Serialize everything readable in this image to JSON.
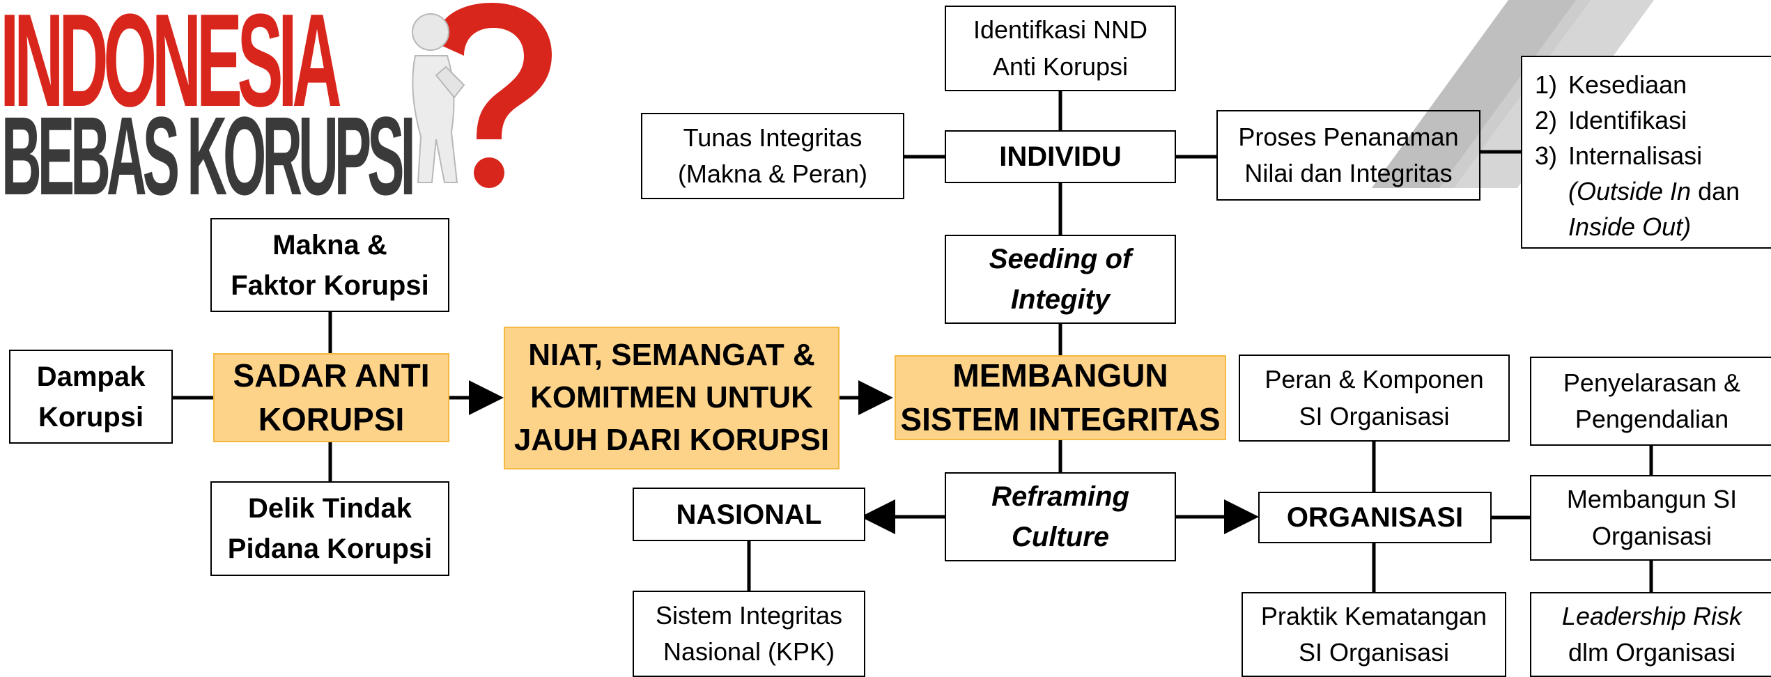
{
  "logo": {
    "line1": "INDONESIA",
    "line2": "BEBAS KORUPSI",
    "colors": {
      "line1": "#d9261c",
      "line2": "#3a3a3a",
      "question_mark": "#d9261c"
    },
    "icon": "question-mark-figure-icon"
  },
  "colors": {
    "highlight_fill": "#fdd38a",
    "highlight_border": "#f4b942",
    "stripe": "#c0c0c0"
  },
  "boxes": {
    "makna": [
      "Makna &",
      "Faktor Korupsi"
    ],
    "dampak": [
      "Dampak",
      "Korupsi"
    ],
    "sadar": [
      "SADAR ANTI",
      "KORUPSI"
    ],
    "delik": [
      "Delik Tindak",
      "Pidana Korupsi"
    ],
    "niat": [
      "NIAT, SEMANGAT &",
      "KOMITMEN UNTUK",
      "JAUH DARI KORUPSI"
    ],
    "membangun": [
      "MEMBANGUN",
      "SISTEM INTEGRITAS"
    ],
    "identifikasi_nnd": [
      "Identifkasi NND",
      "Anti Korupsi"
    ],
    "tunas": [
      "Tunas Integritas",
      "(Makna & Peran)"
    ],
    "individu": [
      "INDIVIDU"
    ],
    "proses": [
      "Proses Penanaman",
      "Nilai dan Integritas"
    ],
    "seeding": [
      "Seeding of",
      "Integity"
    ],
    "reframing": [
      "Reframing",
      "Culture"
    ],
    "nasional": [
      "NASIONAL"
    ],
    "sistem_nasional": [
      "Sistem Integritas",
      "Nasional (KPK)"
    ],
    "peran": [
      "Peran & Komponen",
      "SI Organisasi"
    ],
    "organisasi": [
      "ORGANISASI"
    ],
    "praktik": [
      "Praktik Kematangan",
      "SI Organisasi"
    ],
    "penyelarasan": [
      "Penyelarasan &",
      "Pengendalian"
    ],
    "membangun_si": [
      "Membangun SI",
      "Organisasi"
    ],
    "leadership": [
      "Leadership Risk",
      "dlm Organisasi"
    ]
  },
  "steps": {
    "item1": {
      "num": "1)",
      "text": "Kesediaan"
    },
    "item2": {
      "num": "2)",
      "text": "Identifikasi"
    },
    "item3": {
      "num": "3)",
      "text": "Internalisasi"
    },
    "item3_cont_a_italic": "(Outside In",
    "item3_cont_a_plain": " dan",
    "item3_cont_b_italic": "Inside Out)"
  }
}
